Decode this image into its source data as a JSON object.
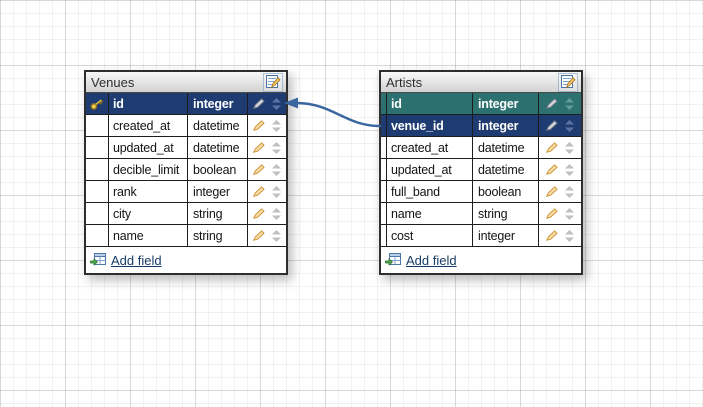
{
  "tables": [
    {
      "name": "Venues",
      "primary_key": "id",
      "add_field_label": "Add field",
      "fields": [
        {
          "name": "id",
          "type": "integer",
          "highlight": "navy",
          "key": true
        },
        {
          "name": "created_at",
          "type": "datetime"
        },
        {
          "name": "updated_at",
          "type": "datetime"
        },
        {
          "name": "decible_limit",
          "type": "boolean"
        },
        {
          "name": "rank",
          "type": "integer"
        },
        {
          "name": "city",
          "type": "string"
        },
        {
          "name": "name",
          "type": "string"
        }
      ]
    },
    {
      "name": "Artists",
      "add_field_label": "Add field",
      "fields": [
        {
          "name": "id",
          "type": "integer",
          "highlight": "teal"
        },
        {
          "name": "venue_id",
          "type": "integer",
          "highlight": "navy",
          "foreign_key": true
        },
        {
          "name": "created_at",
          "type": "datetime"
        },
        {
          "name": "updated_at",
          "type": "datetime"
        },
        {
          "name": "full_band",
          "type": "boolean"
        },
        {
          "name": "name",
          "type": "string"
        },
        {
          "name": "cost",
          "type": "integer"
        }
      ]
    }
  ],
  "relation": {
    "from_table": "Artists",
    "from_field": "venue_id",
    "to_table": "Venues",
    "to_field": "id",
    "color": "#3a66a0"
  },
  "colors": {
    "row_highlight_navy": "#1e3c72",
    "row_highlight_teal": "#2d7070",
    "key_icon_gold": "#f2cf55",
    "link_blue": "#173d66"
  }
}
